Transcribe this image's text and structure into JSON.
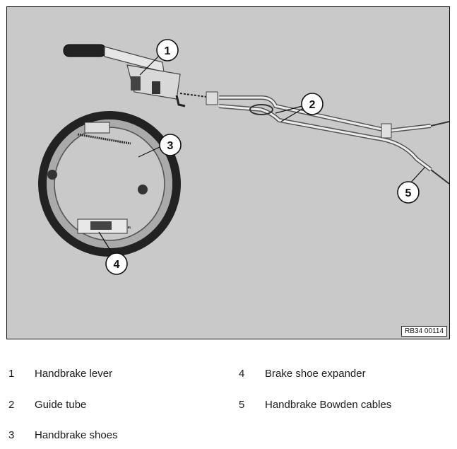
{
  "figure": {
    "reference_code": "RB34 00114",
    "callouts": [
      "1",
      "2",
      "3",
      "4",
      "5"
    ]
  },
  "legend": {
    "items": [
      {
        "number": "1",
        "label": "Handbrake lever"
      },
      {
        "number": "2",
        "label": "Guide tube"
      },
      {
        "number": "3",
        "label": "Handbrake shoes"
      },
      {
        "number": "4",
        "label": "Brake shoe expander"
      },
      {
        "number": "5",
        "label": "Handbrake Bowden cables"
      }
    ]
  }
}
